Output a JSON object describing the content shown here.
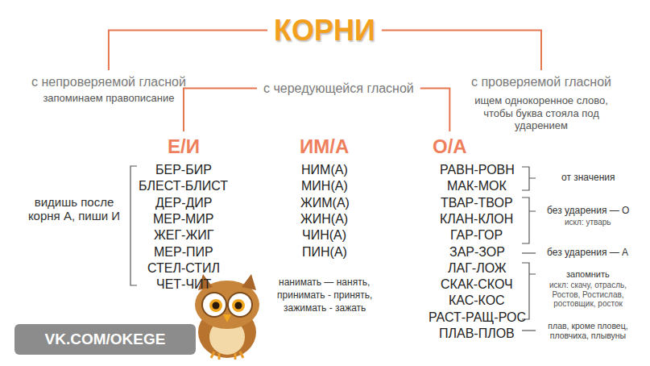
{
  "diagram": {
    "nodes": [
      {
        "text": [
          "КОРНИ"
        ]
      },
      {
        "text": [
          "с непроверяемой гласной",
          "запоминаем правописание"
        ]
      },
      {
        "text": [
          "с чередующейся гласной"
        ]
      },
      {
        "text": [
          "с проверяемой гласной",
          "ищем однокоренное слово, чтобы буква стояла под ударением"
        ]
      },
      {
        "text": [
          "Е/И"
        ]
      },
      {
        "text": [
          "ИМ/А"
        ]
      },
      {
        "text": [
          "О/А"
        ]
      },
      {
        "text": [
          "VK.COM/OKEGE"
        ]
      }
    ],
    "edges": [
      {
        "from": 0,
        "to": 1,
        "arrow": "none"
      },
      {
        "from": 0,
        "to": 3,
        "arrow": "none"
      },
      {
        "from": 2,
        "to": 4,
        "arrow": "none"
      },
      {
        "from": 2,
        "to": 6,
        "arrow": "none"
      }
    ],
    "labels": [
      "видишь после корня А, пиши И",
      "БЕР-БИР",
      "БЛЕСТ-БЛИСТ",
      "ДЕР-ДИР",
      "МЕР-МИР",
      "ЖЕГ-ЖИГ",
      "МЕР-ПИР",
      "СТЕЛ-СТИЛ",
      "ЧЕТ-ЧИТ",
      "НИМ(А)",
      "МИН(А)",
      "ЖИМ(А)",
      "ЖИН(А)",
      "ЧИН(А)",
      "ПИН(А)",
      "нанимать — нанять,",
      "принимать - принять,",
      "зажимать - зажать",
      "РАВН-РОВН",
      "МАК-МОК",
      "ТВАР-ТВОР",
      "КЛАН-КЛОН",
      "ГАР-ГОР",
      "ЗАР-ЗОР",
      "ЛАГ-ЛОЖ",
      "СКАК-СКОЧ",
      "КАС-КОС",
      "РАСТ-РАЩ-РОС",
      "ПЛАВ-ПЛОВ",
      "от значения",
      "без ударения — О",
      "искл: утварь",
      "без ударения — А",
      "запомнить",
      "искл: скачу, отрасль, Ростов, Ростислав, ростовщик, росток",
      "плав, кроме пловец, пловчиха, плывуны"
    ]
  }
}
